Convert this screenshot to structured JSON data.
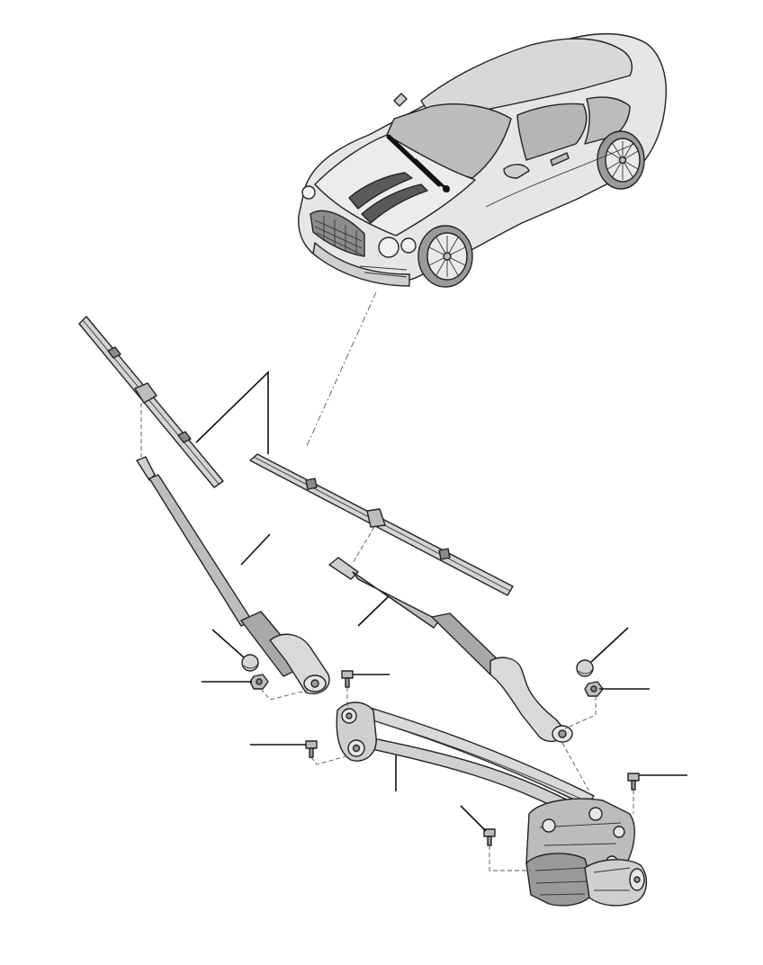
{
  "diagram": {
    "callouts": [
      {
        "id": "wiper-blades"
      },
      {
        "id": "wiper-arm-left"
      },
      {
        "id": "wiper-arm-right"
      },
      {
        "id": "cap-left"
      },
      {
        "id": "nut-left"
      },
      {
        "id": "bolt-center"
      },
      {
        "id": "cap-right"
      },
      {
        "id": "nut-right"
      },
      {
        "id": "bolt-left"
      },
      {
        "id": "linkage"
      },
      {
        "id": "bolt-bottom"
      },
      {
        "id": "bolt-right"
      }
    ],
    "colors": {
      "body": "#e6e6e6",
      "shade": "#cfcfcf",
      "dark": "#9a9a9a",
      "glass": "#b9b9b9",
      "ink": "#222222"
    }
  }
}
